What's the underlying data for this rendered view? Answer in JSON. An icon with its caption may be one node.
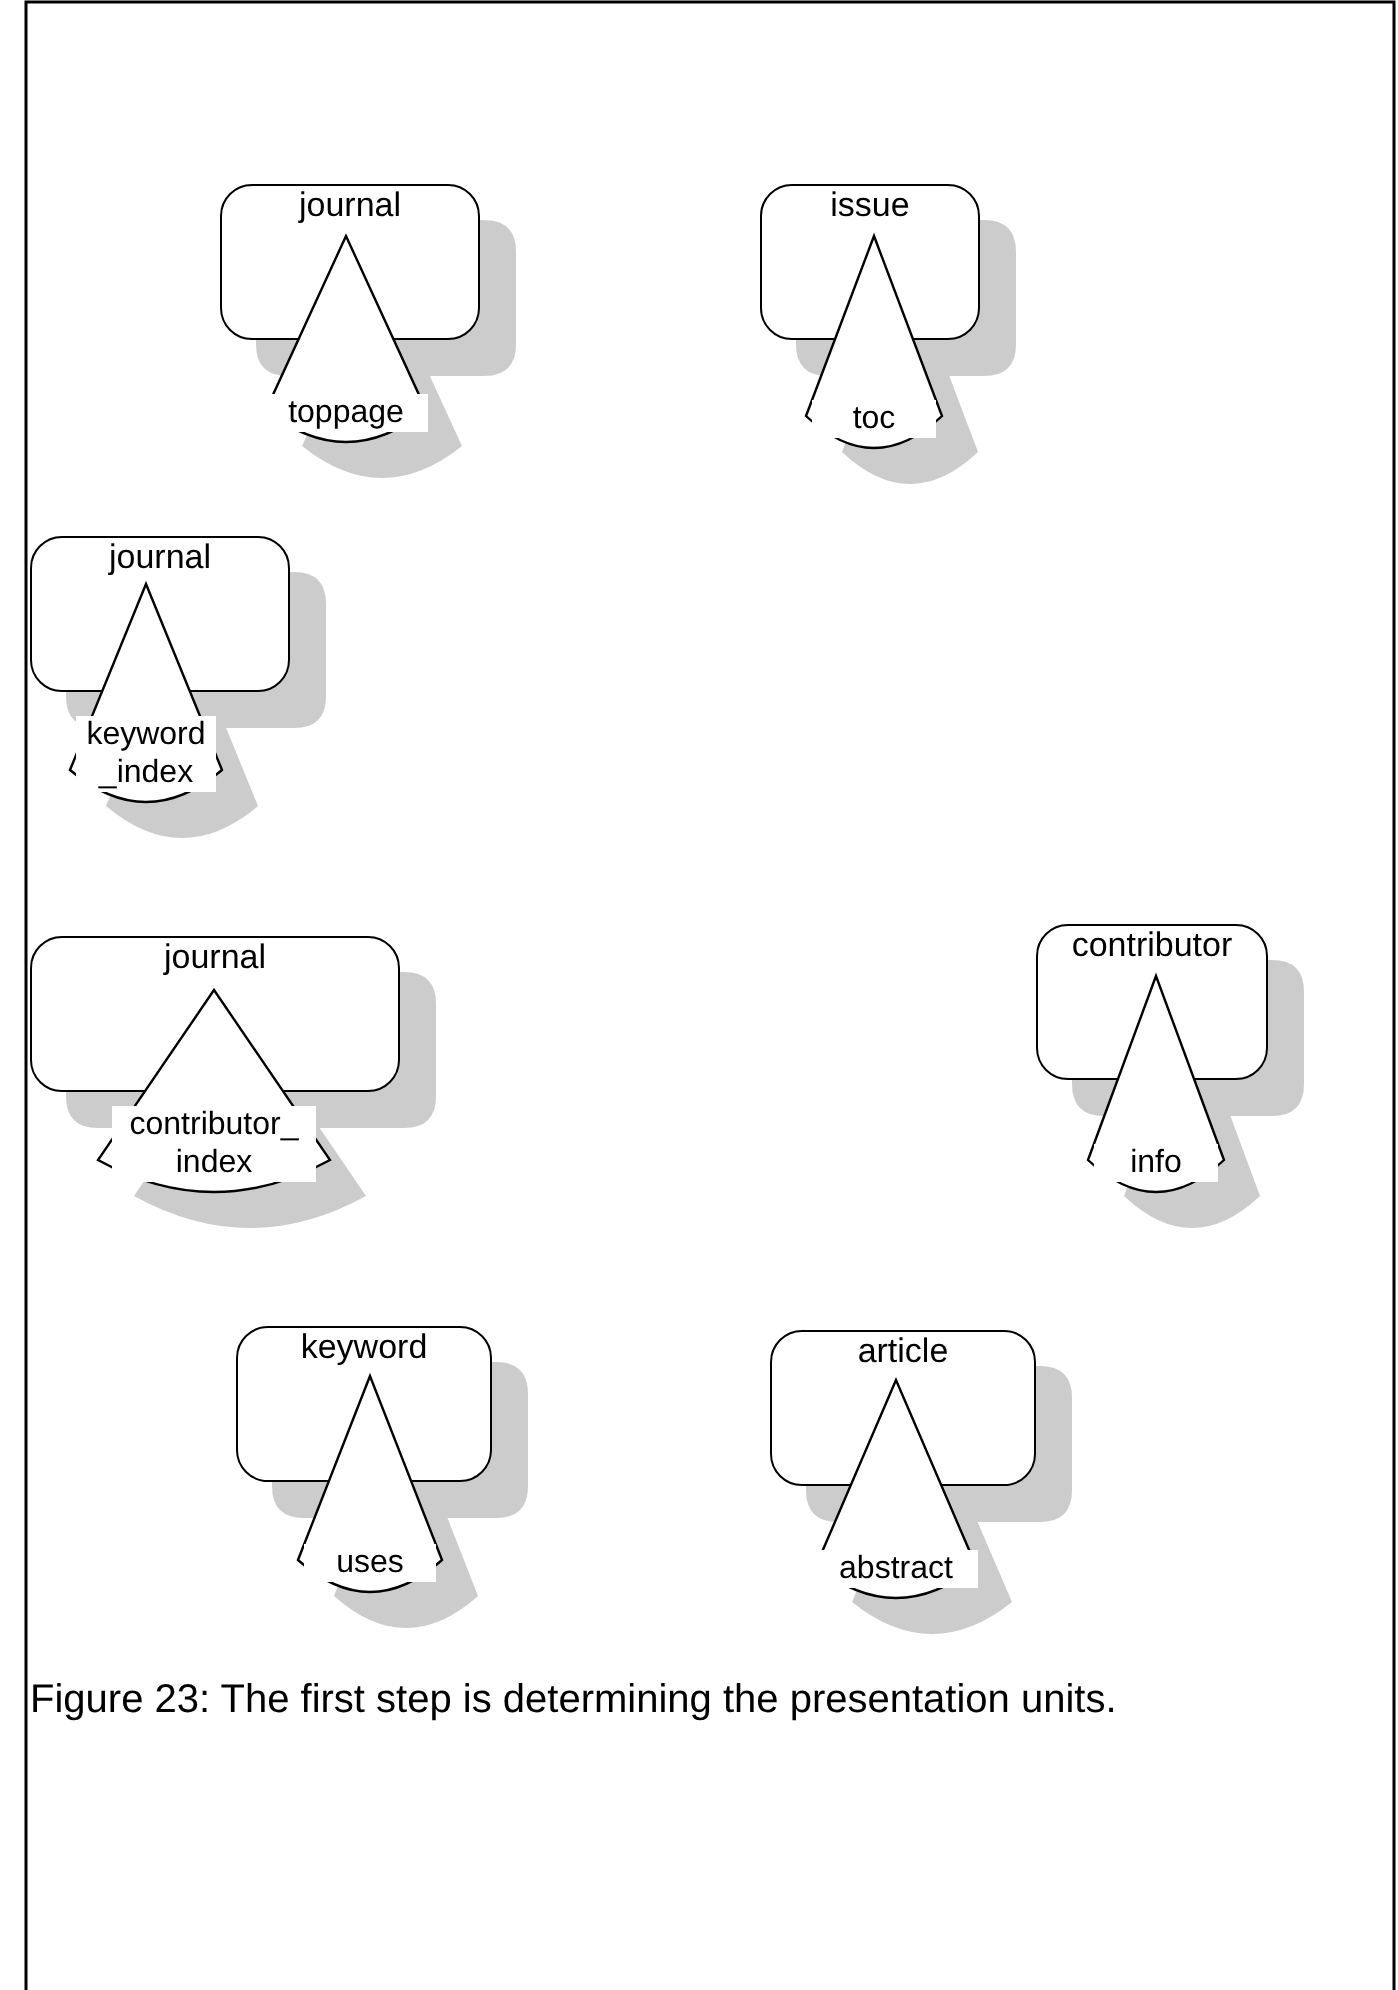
{
  "diagram": {
    "caption": "Figure 23: The first step is determining the presentation units.",
    "nodes": [
      {
        "text": [
          "journal"
        ]
      },
      {
        "text": [
          "toppage"
        ]
      },
      {
        "text": [
          "issue"
        ]
      },
      {
        "text": [
          "toc"
        ]
      },
      {
        "text": [
          "journal"
        ]
      },
      {
        "text": [
          "keyword _index"
        ]
      },
      {
        "text": [
          "contributor"
        ]
      },
      {
        "text": [
          "info"
        ]
      },
      {
        "text": [
          "journal"
        ]
      },
      {
        "text": [
          "contributor_ index"
        ]
      },
      {
        "text": [
          "keyword"
        ]
      },
      {
        "text": [
          "uses"
        ]
      },
      {
        "text": [
          "article"
        ]
      },
      {
        "text": [
          "abstract"
        ]
      }
    ]
  }
}
